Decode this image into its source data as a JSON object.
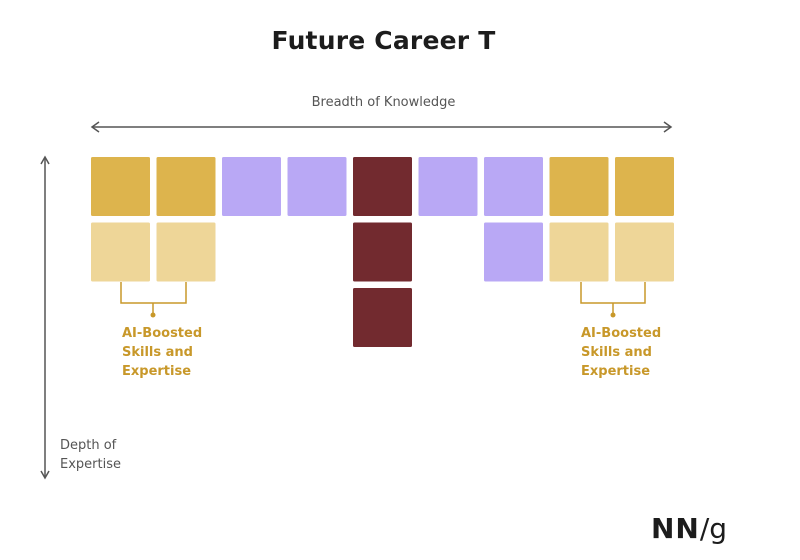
{
  "title": "Future Career T",
  "breadth_label": "Breadth of Knowledge",
  "depth_label": [
    "Depth of",
    "Expertise"
  ],
  "ai_boosted_label_left": [
    "AI-Boosted",
    "Skills and",
    "Expertise"
  ],
  "ai_boosted_label_right": [
    "AI-Boosted",
    "Skills and",
    "Expertise"
  ],
  "logo": {
    "bold": "NN",
    "slash": "/g"
  },
  "colors": {
    "gold": "#ddb44d",
    "light_gold": "#eed698",
    "lavender": "#b9a8f5",
    "maroon": "#722a2f",
    "annotation": "#c8982a",
    "arrow": "#555555"
  },
  "columns": [
    [
      "gold",
      "light_gold"
    ],
    [
      "gold",
      "light_gold"
    ],
    [
      "lavender"
    ],
    [
      "lavender"
    ],
    [
      "maroon",
      "maroon",
      "maroon"
    ],
    [
      "lavender"
    ],
    [
      "lavender",
      "lavender"
    ],
    [
      "gold",
      "light_gold"
    ],
    [
      "gold",
      "light_gold"
    ]
  ]
}
